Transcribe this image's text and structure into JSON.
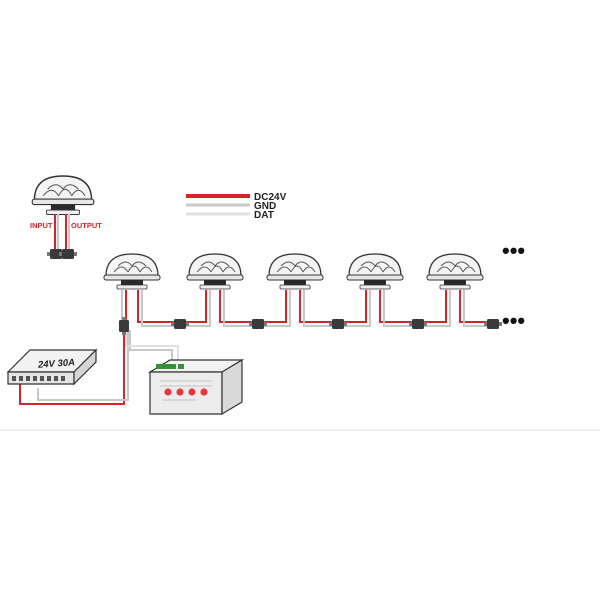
{
  "legend": {
    "items": [
      {
        "label": "DC24V",
        "color": "#d8232a"
      },
      {
        "label": "GND",
        "color": "#c8c8c8"
      },
      {
        "label": "DAT",
        "color": "#e0e0e0"
      }
    ]
  },
  "detail": {
    "input_label": "INPUT",
    "output_label": "OUTPUT"
  },
  "power_supply": {
    "label": "24V 30A"
  },
  "controller": {
    "button_count": 4,
    "button_color": "#e8383d"
  },
  "chain": {
    "light_count": 5,
    "more_indicator": "•••"
  },
  "colors": {
    "power_wire": "#d8232a",
    "ground_wire": "#c8c8c8",
    "data_wire": "#e0e0e0",
    "outline": "#333333",
    "separator": "#d9d9d9"
  }
}
